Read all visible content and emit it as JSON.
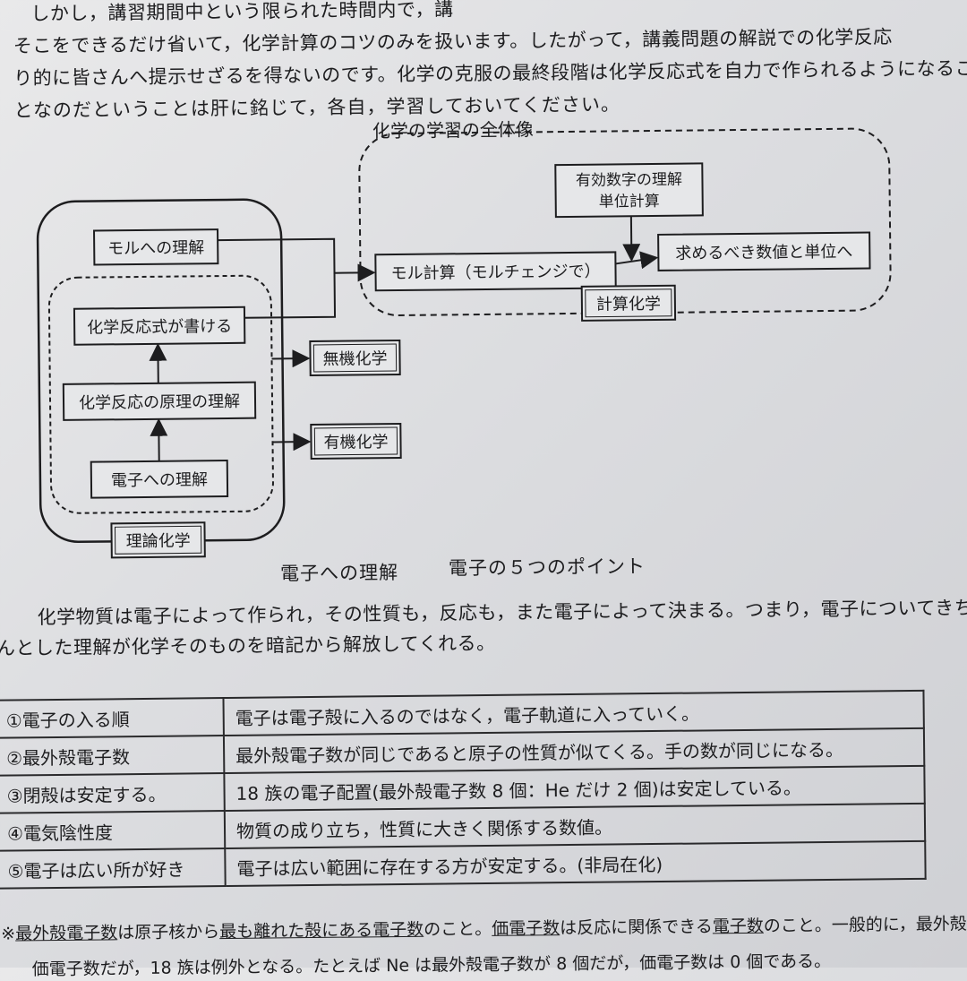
{
  "intro": {
    "lines": [
      "しかし，講習期間中という限られた時間内で，講",
      "そこをできるだけ省いて，化学計算のコツのみを扱います。したがって，講義問題の解説での化学反応",
      "り的に皆さんへ提示せざるを得ないのです。化学の克服の最終段階は化学反応式を自力で作られるようになるこ",
      "となのだということは肝に銘じて，各自，学習しておいてください。"
    ]
  },
  "diagram": {
    "title": "化学の学習の全体像",
    "boxes": {
      "mole_understanding": "モルへの理解",
      "reaction_equation": "化学反応式が書ける",
      "reaction_principle": "化学反応の原理の理解",
      "electron_understanding": "電子への理解",
      "theory_label": "理論化学",
      "inorganic": "無機化学",
      "organic": "有機化学",
      "sigfig_line1": "有効数字の理解",
      "sigfig_line2": "単位計算",
      "mole_calc": "モル計算（モルチェンジで）",
      "target_value": "求めるべき数値と単位へ",
      "calc_label": "計算化学"
    }
  },
  "section": {
    "title_left": "電子への理解",
    "title_right": "電子の５つのポイント",
    "body_lines": [
      "化学物質は電子によって作られ，その性質も，反応も，また電子によって決まる。つまり，電子についてきち",
      "んとした理解が化学そのものを暗記から解放してくれる。"
    ]
  },
  "points": [
    {
      "label": "①電子の入る順",
      "desc": "電子は電子殻に入るのではなく，電子軌道に入っていく。"
    },
    {
      "label": "②最外殻電子数",
      "desc": "最外殻電子数が同じであると原子の性質が似てくる。手の数が同じになる。"
    },
    {
      "label": "③閉殻は安定する。",
      "desc": "18 族の電子配置(最外殻電子数 8 個：He だけ 2 個)は安定している。"
    },
    {
      "label": "④電気陰性度",
      "desc": "物質の成り立ち，性質に大きく関係する数値。"
    },
    {
      "label": "⑤電子は広い所が好き",
      "desc": "電子は広い範囲に存在する方が安定する。(非局在化)"
    }
  ],
  "footnote": {
    "mark": "※",
    "term1": "最外殻電子数",
    "text1": "は原子核から",
    "term2": "最も離れた殻にある電子数",
    "text2": "のこと。",
    "term3": "価電子数",
    "text3": "は反応に関係できる",
    "term4": "電子数",
    "text4": "のこと。一般的に，最外殻",
    "cut_line": "価電子数だが，18 族は例外となる。たとえば Ne は最外殻電子数が 8 個だが，価電子数は 0 個である。"
  },
  "colors": {
    "ink": "#1d1d1f",
    "paper": "#e3e4e6"
  }
}
